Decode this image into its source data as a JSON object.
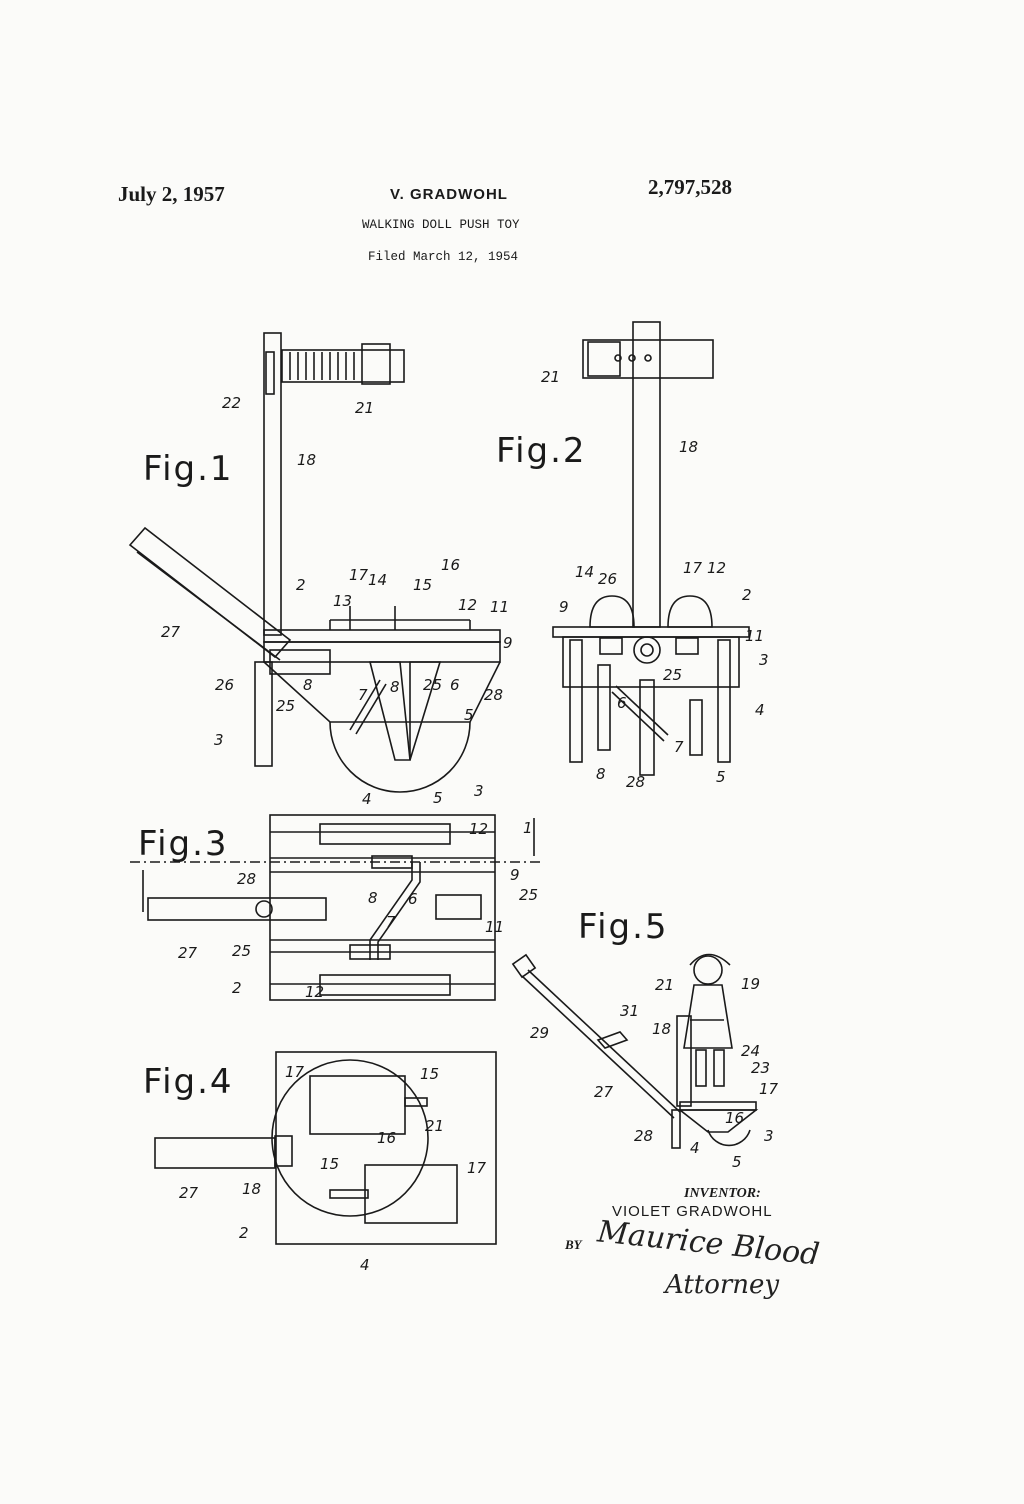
{
  "header": {
    "date": "July 2, 1957",
    "inventor": "V. GRADWOHL",
    "patent_number": "2,797,528",
    "title": "WALKING DOLL PUSH TOY",
    "filed": "Filed March 12, 1954"
  },
  "figures": {
    "fig1": "Fig.1",
    "fig2": "Fig.2",
    "fig3": "Fig.3",
    "fig4": "Fig.4",
    "fig5": "Fig.5"
  },
  "reference_numerals": {
    "fig1": [
      "22",
      "21",
      "18",
      "27",
      "2",
      "17",
      "14",
      "15",
      "16",
      "13",
      "12",
      "11",
      "9",
      "26",
      "25",
      "8",
      "6",
      "7",
      "8",
      "25",
      "28",
      "3",
      "5"
    ],
    "fig2": [
      "21",
      "18",
      "14",
      "26",
      "17",
      "12",
      "2",
      "9",
      "11",
      "3",
      "25",
      "6",
      "4",
      "8",
      "28",
      "7",
      "5"
    ],
    "fig3": [
      "4",
      "5",
      "3",
      "12",
      "1",
      "28",
      "8",
      "6",
      "9",
      "25",
      "27",
      "25",
      "7",
      "11",
      "2",
      "12"
    ],
    "fig4": [
      "17",
      "15",
      "21",
      "16",
      "27",
      "18",
      "15",
      "17",
      "2",
      "4"
    ],
    "fig5": [
      "21",
      "19",
      "31",
      "29",
      "18",
      "24",
      "23",
      "27",
      "17",
      "16",
      "28",
      "3",
      "4",
      "5"
    ]
  },
  "footer": {
    "inventor_label": "INVENTOR:",
    "inventor_name": "VIOLET GRADWOHL",
    "by_label": "BY",
    "signature": "Maurice Blood",
    "signature_role": "Attorney"
  }
}
